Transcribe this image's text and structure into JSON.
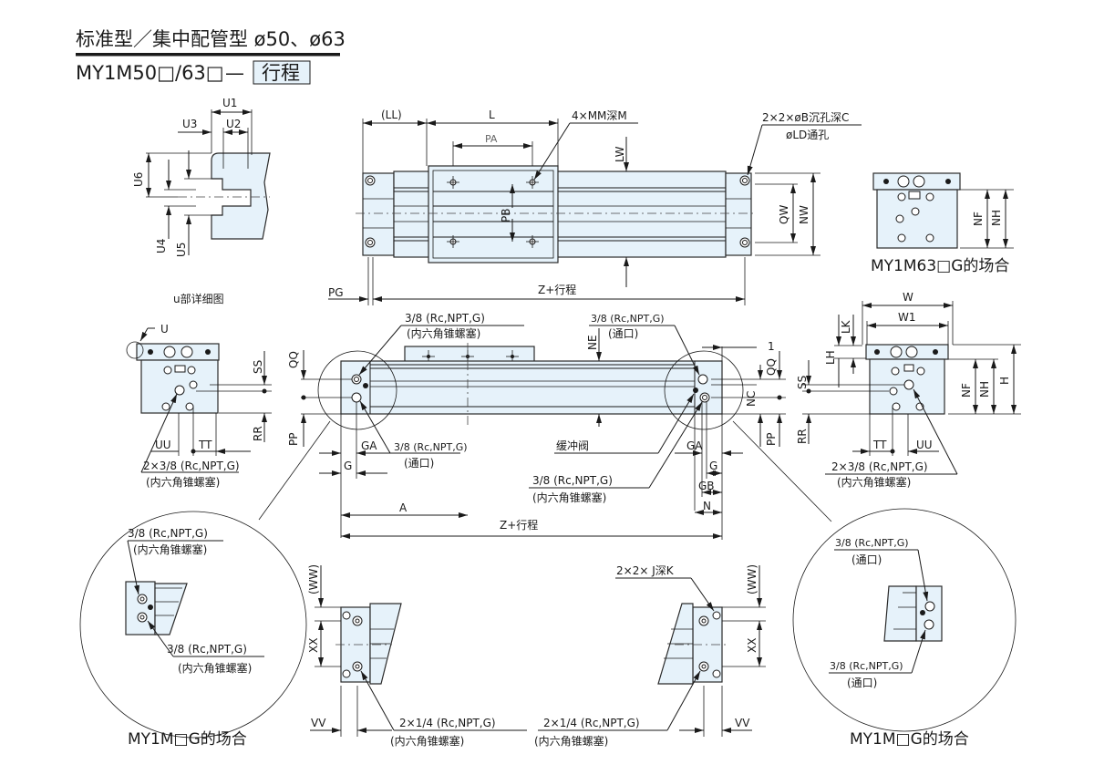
{
  "header": {
    "title": "标准型／集中配管型 ø50、ø63",
    "model_prefix": "MY1M50□/63□",
    "dash": "—",
    "stroke_box": "行程"
  },
  "accent_colors": {
    "part_fill": "#e6f2fa",
    "line": "#1a1a1a"
  },
  "u_detail": {
    "labels": [
      "U1",
      "U2",
      "U3",
      "U6",
      "U4",
      "U5"
    ],
    "caption": "u部详细图"
  },
  "top_view": {
    "dims": {
      "LL": "(LL)",
      "L": "L",
      "PA": "PA",
      "PB": "PB",
      "LW": "LW",
      "QW": "QW",
      "NW": "NW",
      "PG": "PG",
      "Z": "Z+行程"
    },
    "mount_hole_note": "4×MM深M",
    "counterbore_note_line1": "2×2×øB沉孔深C",
    "counterbore_note_line2": "øLD通孔"
  },
  "end_view_63": {
    "dims": [
      "NF",
      "NH"
    ],
    "caption": "MY1M63□G的场合"
  },
  "left_end_view": {
    "u_marker": "U",
    "dims": [
      "SS",
      "RR",
      "UU",
      "TT"
    ],
    "plug_note_line1": "2×3/8 (Rc,NPT,G)",
    "plug_note_line2": "(内六角锥螺塞)"
  },
  "front_view": {
    "dims": {
      "QQ": "QQ",
      "PP": "PP",
      "GA": "GA",
      "G": "G",
      "A": "A",
      "NE": "NE",
      "NC": "NC",
      "GB": "GB",
      "N": "N",
      "one": "1",
      "Z": "Z+行程"
    },
    "left_plug_note_line1": "3/8 (Rc,NPT,G)",
    "left_plug_note_line2": "(内六角锥螺塞)",
    "left_port_note_line1": "3/8 (Rc,NPT,G)",
    "left_port_note_line2": "(通口)",
    "right_port_note_line1": "3/8 (Rc,NPT,G)",
    "right_port_note_line2": "(通口)",
    "cushion_valve": "缓冲阀",
    "right_plug_note_line1": "3/8 (Rc,NPT,G)",
    "right_plug_note_line2": "(内六角锥螺塞)"
  },
  "right_end_view": {
    "dims": [
      "W",
      "W1",
      "LK",
      "LH",
      "SS",
      "RR",
      "NF",
      "NH",
      "H",
      "TT",
      "UU"
    ],
    "plug_note_line1": "2×3/8 (Rc,NPT,G)",
    "plug_note_line2": "(内六角锥螺塞)"
  },
  "bottom_left_circle": {
    "note1_line1": "3/8 (Rc,NPT,G)",
    "note1_line2": "(内六角锥螺塞)",
    "note2_line1": "3/8 (Rc,NPT,G)",
    "note2_line2": "(内六角锥螺塞)",
    "caption": "MY1M□G的场合"
  },
  "bottom_views": {
    "dims": {
      "WW": "(WW)",
      "XX": "XX",
      "VV": "VV"
    },
    "left_note_line1": "2×1/4 (Rc,NPT,G)",
    "left_note_line2": "(内六角锥螺塞)",
    "right_note_line1": "2×1/4 (Rc,NPT,G)",
    "right_note_line2": "(内六角锥螺塞)",
    "tap_note": "2×2× J深K"
  },
  "bottom_right_circle": {
    "note1_line1": "3/8 (Rc,NPT,G)",
    "note1_line2": "(通口)",
    "note2_line1": "3/8 (Rc,NPT,G)",
    "note2_line2": "(通口)",
    "caption": "MY1M□G的场合"
  }
}
